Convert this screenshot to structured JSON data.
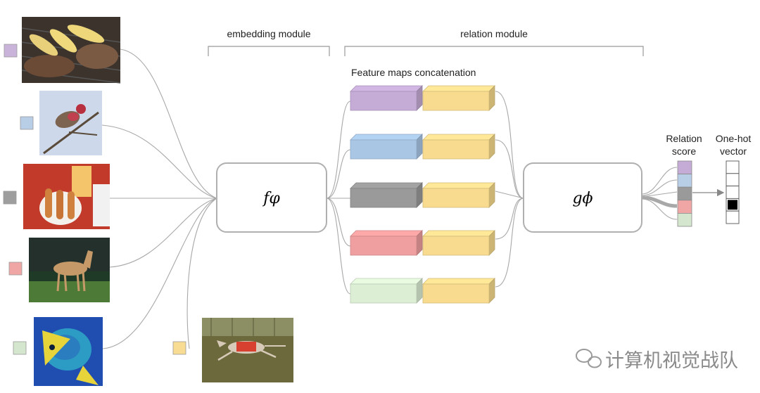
{
  "labels": {
    "embedding_module": "embedding module",
    "relation_module": "relation module",
    "feature_maps": "Feature maps concatenation",
    "f_function": "fφ",
    "g_function": "gϕ",
    "relation_score_line1": "Relation",
    "relation_score_line2": "score",
    "onehot_line1": "One-hot",
    "onehot_line2": "vector"
  },
  "support_images": [
    {
      "subject": "grilled corn and steak",
      "class_color": "#c9b3da"
    },
    {
      "subject": "red-headed finch on branch",
      "class_color": "#b8cde6"
    },
    {
      "subject": "hot dogs and drink",
      "class_color": "#9e9e9e"
    },
    {
      "subject": "saluki dog standing",
      "class_color": "#f1a6a6"
    },
    {
      "subject": "blue angelfish",
      "class_color": "#d4e6cd"
    }
  ],
  "query_image": {
    "subject": "saluki dog running",
    "class_color": "#f9dc93"
  },
  "feature_rows": [
    {
      "support_color": "#c5acd6",
      "query_color": "#f8db8e"
    },
    {
      "support_color": "#a9c7e5",
      "query_color": "#f8db8e"
    },
    {
      "support_color": "#9a9a9a",
      "query_color": "#f8db8e"
    },
    {
      "support_color": "#ef9f9f",
      "query_color": "#f8db8e"
    },
    {
      "support_color": "#dceed4",
      "query_color": "#f8db8e"
    }
  ],
  "relation_scores": [
    "#c5acd6",
    "#b8cde6",
    "#9a9a9a",
    "#f1a6a6",
    "#d4e6cd"
  ],
  "onehot": [
    0,
    0,
    0,
    1,
    0
  ],
  "watermark": "计算机视觉战队",
  "icons": {
    "watermark_icon": "wechat-icon"
  }
}
